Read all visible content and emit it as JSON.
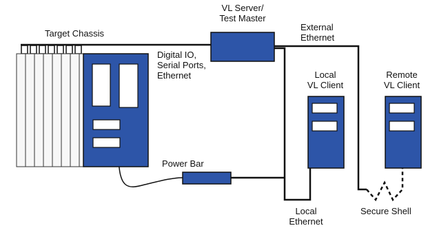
{
  "colors": {
    "blue": "#2d55a8",
    "line": "#111111",
    "panel": "#ffffff",
    "slot_fill": "#f7f7f7"
  },
  "labels": {
    "target_chassis": "Target Chassis",
    "vl_server_line1": "VL Server/",
    "vl_server_line2": "Test Master",
    "external_line1": "External",
    "external_line2": "Ethernet",
    "digital_line1": "Digital IO,",
    "digital_line2": "Serial Ports,",
    "digital_line3": "Ethernet",
    "local_client_line1": "Local",
    "local_client_line2": "VL Client",
    "remote_client_line1": "Remote",
    "remote_client_line2": "VL Client",
    "power_bar": "Power Bar",
    "local_eth_line1": "Local",
    "local_eth_line2": "Ethernet",
    "secure_shell": "Secure Shell"
  }
}
